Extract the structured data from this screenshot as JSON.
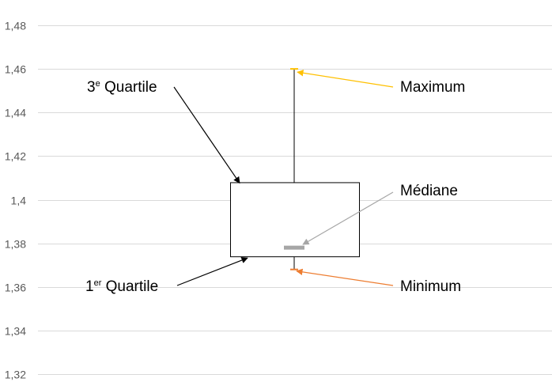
{
  "chart_data": {
    "type": "boxplot",
    "title": "",
    "xlabel": "",
    "ylabel": "",
    "ylim": [
      1.32,
      1.48
    ],
    "y_ticks": [
      {
        "value": 1.48,
        "label": "1,48"
      },
      {
        "value": 1.46,
        "label": "1,46"
      },
      {
        "value": 1.44,
        "label": "1,44"
      },
      {
        "value": 1.42,
        "label": "1,42"
      },
      {
        "value": 1.4,
        "label": "1,4"
      },
      {
        "value": 1.38,
        "label": "1,38"
      },
      {
        "value": 1.36,
        "label": "1,36"
      },
      {
        "value": 1.34,
        "label": "1,34"
      },
      {
        "value": 1.32,
        "label": "1,32"
      }
    ],
    "grid": true,
    "box": {
      "minimum": 1.368,
      "q1": 1.374,
      "median": 1.378,
      "q3": 1.408,
      "maximum": 1.46
    },
    "colors": {
      "grid": "#d9d9d9",
      "tick_text": "#595959",
      "box_stroke": "#000000",
      "median": "#a6a6a6",
      "maximum": "#ffc000",
      "minimum": "#ed7d31",
      "quartile_arrow": "#000000"
    },
    "annotations": {
      "q3": {
        "base": "3",
        "sup": "e",
        "text": " Quartile"
      },
      "q1": {
        "base": "1",
        "sup": "er",
        "text": " Quartile"
      },
      "maximum": "Maximum",
      "median": "Médiane",
      "minimum": "Minimum"
    }
  }
}
